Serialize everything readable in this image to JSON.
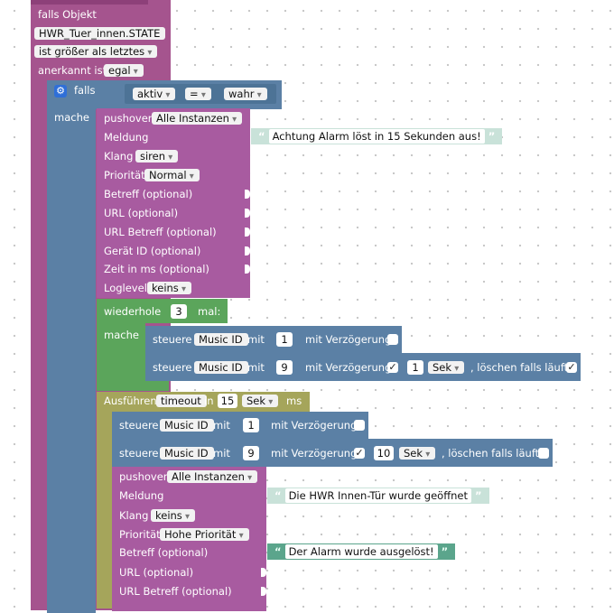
{
  "trigger": {
    "falls_objekt": "falls Objekt",
    "object_id": "HWR_Tuer_innen.STATE",
    "condition": "ist größer als letztes",
    "anerkannt_label": "anerkannt ist",
    "anerkannt_value": "egal"
  },
  "if_block": {
    "falls": "falls",
    "mache": "mache",
    "lhs": "aktiv",
    "op": "=",
    "rhs": "wahr"
  },
  "pushover1": {
    "title": "pushover",
    "instance": "Alle Instanzen",
    "meldung_label": "Meldung",
    "meldung_text": "Achtung Alarm löst in 15 Sekunden aus!",
    "klang_label": "Klang",
    "klang_value": "siren",
    "prioritaet_label": "Priorität",
    "prioritaet_value": "Normal",
    "betreff_label": "Betreff (optional)",
    "url_label": "URL (optional)",
    "url_betreff_label": "URL Betreff (optional)",
    "geraet_label": "Gerät ID (optional)",
    "zeit_label": "Zeit in ms (optional)",
    "loglevel_label": "Loglevel",
    "loglevel_value": "keins"
  },
  "repeat": {
    "wiederhole": "wiederhole",
    "count": "3",
    "mal": "mal:",
    "mache": "mache"
  },
  "steuere1": {
    "steuere": "steuere",
    "target": "Music ID",
    "mit": "mit",
    "value": "1",
    "delay_label": "mit Verzögerung",
    "delay_checked": ""
  },
  "steuere2": {
    "steuere": "steuere",
    "target": "Music ID",
    "mit": "mit",
    "value": "9",
    "delay_label": "mit Verzögerung",
    "delay_checked": "✓",
    "delay_value": "1",
    "unit": "Sek",
    "clear_label": ", löschen falls läuft",
    "clear_checked": "✓"
  },
  "timeout": {
    "label": "Ausführen",
    "name": "timeout",
    "in": "in",
    "value": "15",
    "unit": "Sek",
    "ms": "ms"
  },
  "steuere3": {
    "steuere": "steuere",
    "target": "Music ID",
    "mit": "mit",
    "value": "1",
    "delay_label": "mit Verzögerung",
    "delay_checked": ""
  },
  "steuere4": {
    "steuere": "steuere",
    "target": "Music ID",
    "mit": "mit",
    "value": "9",
    "delay_label": "mit Verzögerung",
    "delay_checked": "✓",
    "delay_value": "10",
    "unit": "Sek",
    "clear_label": ", löschen falls läuft",
    "clear_checked": ""
  },
  "pushover2": {
    "title": "pushover",
    "instance": "Alle Instanzen",
    "meldung_label": "Meldung",
    "meldung_text": "Die HWR Innen-Tür wurde geöffnet",
    "klang_label": "Klang",
    "klang_value": "keins",
    "prioritaet_label": "Priorität",
    "prioritaet_value": "Hohe Priorität",
    "betreff_label": "Betreff (optional)",
    "betreff_text": "Der Alarm wurde ausgelöst!",
    "url_label": "URL (optional)",
    "url_betreff_label": "URL Betreff (optional)"
  },
  "colors": {
    "trigger": "#a5548e",
    "if": "#5b80a5",
    "pushover": "#a85ba0",
    "repeat": "#5ba55b",
    "steuere": "#5b80a5",
    "timeout": "#a5a55b",
    "string": "#c9e2d9"
  }
}
